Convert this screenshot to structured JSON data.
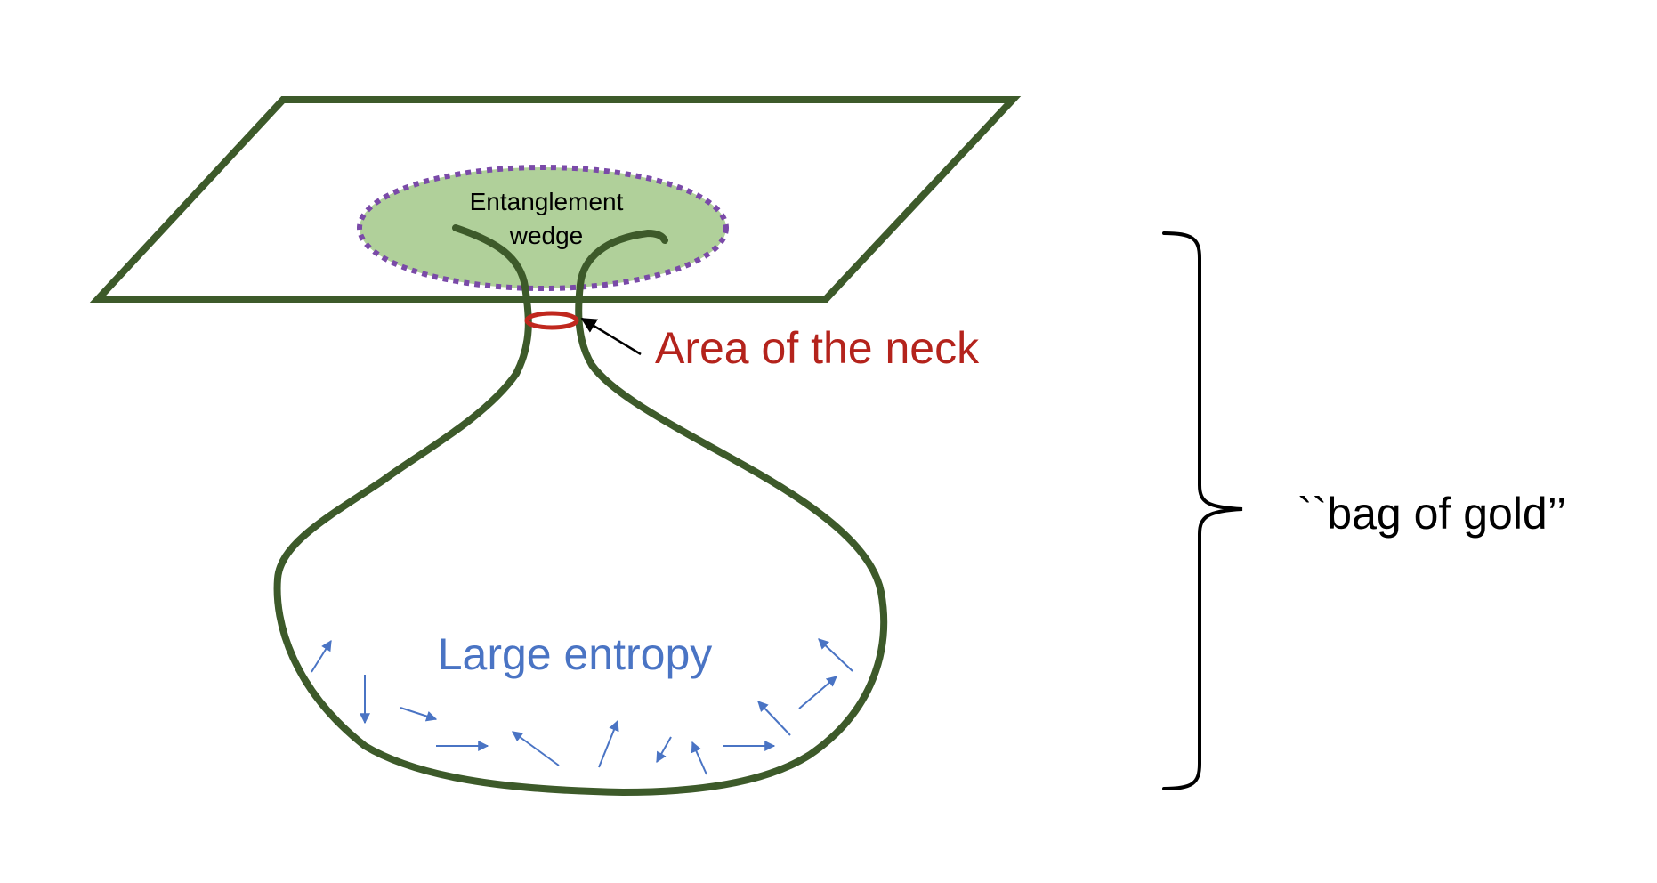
{
  "labels": {
    "wedge_line1": "Entanglement",
    "wedge_line2": "wedge",
    "neck": "Area of the neck",
    "entropy": "Large entropy",
    "bag": "``bag of gold’’"
  },
  "colors": {
    "outline": "#3d5a2a",
    "wedge_fill": "#b0d09a",
    "wedge_border": "#7a4aa8",
    "neck_ring": "#c0281e",
    "neck_text": "#b4231c",
    "entropy": "#4a74c4",
    "ink": "#000000"
  }
}
